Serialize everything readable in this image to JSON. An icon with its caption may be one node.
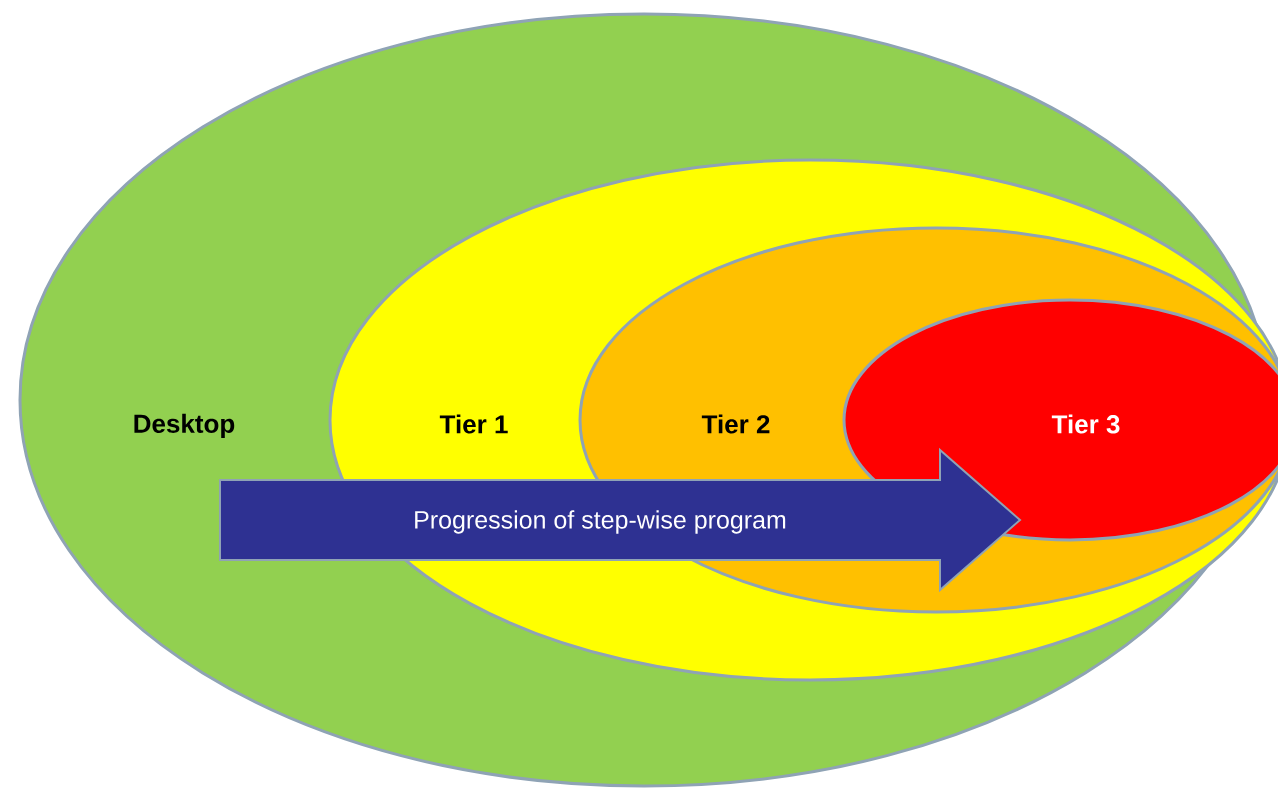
{
  "diagram": {
    "nodes": [
      {
        "text": [
          "Desktop"
        ]
      },
      {
        "text": [
          "Tier 1"
        ],
        "in": 0
      },
      {
        "text": [
          "Tier 2"
        ],
        "in": 1
      },
      {
        "text": [
          "Tier 3"
        ],
        "in": 2
      },
      {
        "text": [
          "Progression of step-wise program"
        ],
        "in": 0
      }
    ]
  }
}
